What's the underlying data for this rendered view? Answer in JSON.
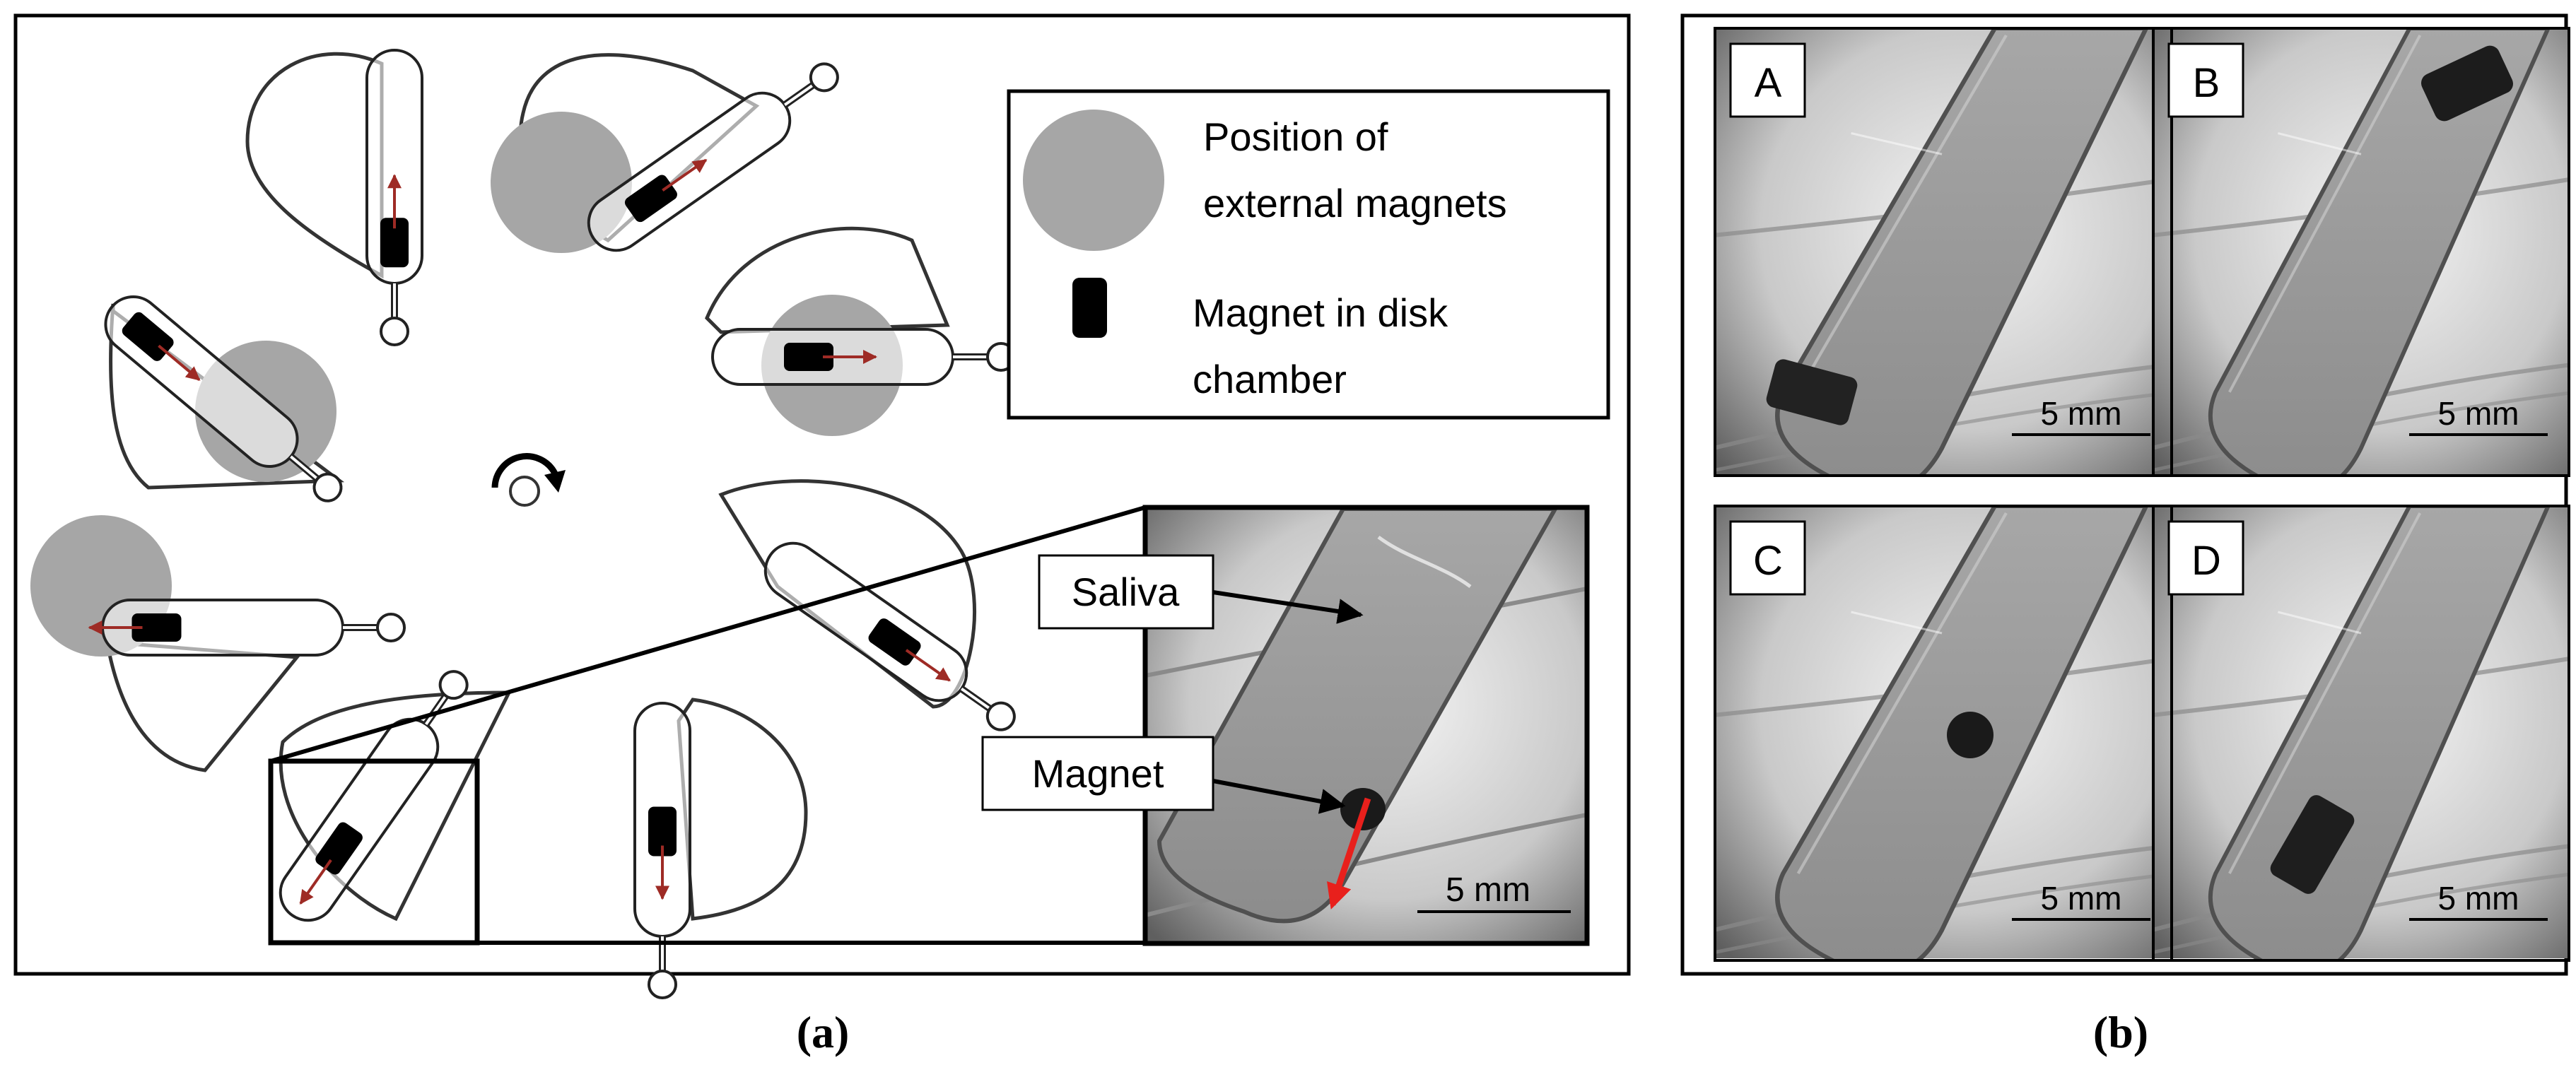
{
  "panel_a": {
    "caption": "(a)",
    "legend": {
      "external_magnets_label_line1": "Position of",
      "external_magnets_label_line2": "external magnets",
      "disk_magnet_label_line1": "Magnet in disk",
      "disk_magnet_label_line2": "chamber",
      "external_magnet_color": "#a6a6a6",
      "disk_magnet_color": "#000000"
    },
    "inset": {
      "saliva_label": "Saliva",
      "magnet_label": "Magnet",
      "scale_label": "5 mm"
    },
    "arrow_color": "#9e2b25",
    "inset_arrow_color": "#e8201c"
  },
  "panel_b": {
    "caption": "(b)",
    "frames": [
      {
        "label": "A",
        "scale_label": "5 mm"
      },
      {
        "label": "B",
        "scale_label": "5 mm"
      },
      {
        "label": "C",
        "scale_label": "5 mm"
      },
      {
        "label": "D",
        "scale_label": "5 mm"
      }
    ]
  }
}
